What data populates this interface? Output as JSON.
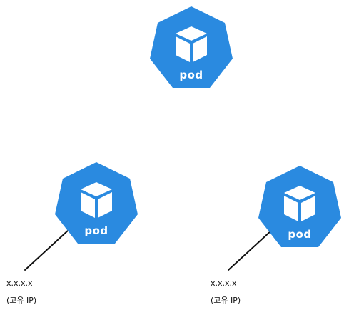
{
  "pods": [
    {
      "label": "pod"
    },
    {
      "label": "pod"
    },
    {
      "label": "pod"
    }
  ],
  "annotations": [
    {
      "address": "x.x.x.x",
      "note": "(고유 IP)"
    },
    {
      "address": "x.x.x.x",
      "note": "(고유 IP)"
    }
  ],
  "colors": {
    "pod_fill": "#2a8ae0",
    "pod_outline": "#ffffff",
    "line": "#111111",
    "text": "#111111"
  }
}
